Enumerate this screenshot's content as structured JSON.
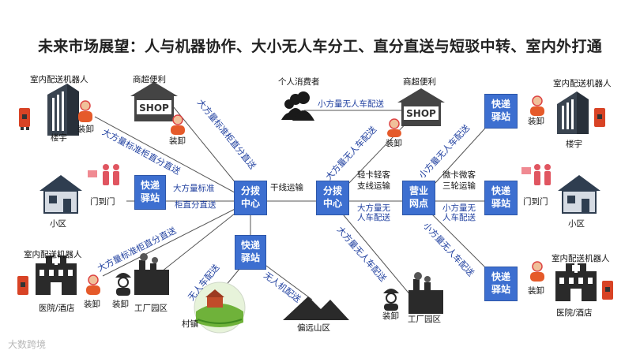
{
  "title": "未来市场展望：人与机器协作、大小无人车分工、直分直送与短驳中转、室内外打通",
  "labels": {
    "indoor_robot_1": "室内配送机器人",
    "shop_1": "商超便利",
    "consumer": "个人消费者",
    "shop_2": "商超便利",
    "indoor_robot_2": "室内配送机器人",
    "building_1": "楼宇",
    "unload_1": "装卸",
    "unload_2": "装卸",
    "unload_3": "装卸",
    "unload_4": "装卸",
    "building_2": "楼宇",
    "door_1": "门到门",
    "community_1": "小区",
    "door_2": "门到门",
    "community_2": "小区",
    "indoor_robot_3": "室内配送机器人",
    "indoor_robot_4": "室内配送机器人",
    "hospital_1": "医院/酒店",
    "unload_5": "装卸",
    "unload_6": "装卸",
    "factory_1": "工厂园区",
    "village": "村镇",
    "mountain": "偏远山区",
    "unload_7": "装卸",
    "factory_2": "工厂园区",
    "unload_8": "装卸",
    "hospital_2": "医院/酒店",
    "trunk": "干线运输",
    "light_truck_1": "轻卡轻客",
    "light_truck_2": "支线运输",
    "micro_truck_1": "微卡微客",
    "micro_truck_2": "三轮运输",
    "big_std_1": "大方量标准",
    "big_std_2": "柜直分直送",
    "big_small_1": "大方量无",
    "big_small_2": "人车配送",
    "small_small_1": "小方量无",
    "small_small_2": "人车配送"
  },
  "nodes": {
    "express_left": "快递驿站",
    "hub_1": "分拨中心",
    "express_bottom": "快递驿站",
    "hub_2": "分拨中心",
    "sales": "营业网点",
    "express_right_top": "快递驿站",
    "express_right_mid": "快递驿站",
    "express_right_bottom": "快递驿站"
  },
  "edge_labels": {
    "consumer_small": "小方量无人车配送",
    "e1": "大方量标准柜直分直送",
    "e2": "大方量标准柜直分直送",
    "e3": "大方量无人车配送",
    "e4": "小方量无人车配送",
    "e5": "大方量标准柜直分直送",
    "e6": "无人车配送",
    "e7": "无人机配送",
    "e8": "大方量无人车配送",
    "e9": "小方量无人车配送"
  },
  "watermark": "大数跨境",
  "colors": {
    "node_blue": "#3d6fd0",
    "line": "#555555",
    "edge_text": "#1f3f9f"
  }
}
